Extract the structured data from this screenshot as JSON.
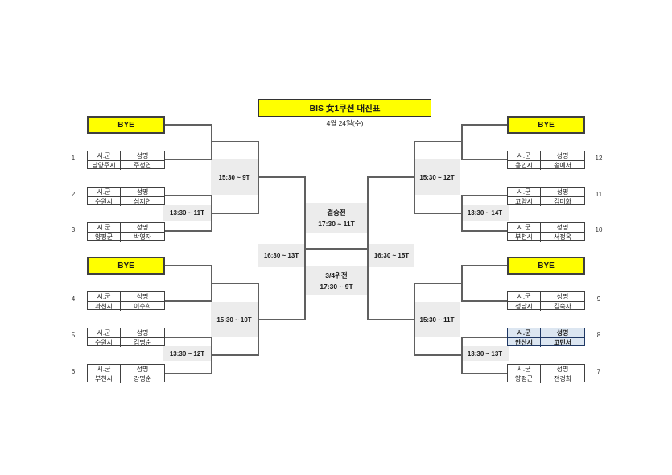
{
  "title": "BIS 女1쿠션 대진표",
  "date": "4월 24일(수)",
  "labels": {
    "bye": "BYE",
    "city_header": "시.군",
    "name_header": "성명",
    "final_title": "결승전",
    "final_time": "17:30 ~ 11T",
    "third_title": "3/4위전",
    "third_time": "17:30 ~ 9T"
  },
  "matches": {
    "left_qf_top": "15:30 ~ 9T",
    "left_r1_top": "13:30 ~ 11T",
    "left_qf_bottom": "15:30 ~ 10T",
    "left_r1_bottom": "13:30 ~ 12T",
    "left_sf": "16:30 ~ 13T",
    "right_sf": "16:30 ~ 15T",
    "right_qf_top": "15:30 ~ 12T",
    "right_r1_top": "13:30 ~ 14T",
    "right_qf_bottom": "15:30 ~ 11T",
    "right_r1_bottom": "13:30 ~ 13T"
  },
  "left_players": [
    {
      "no": "1",
      "city": "남양주시",
      "name": "주성연"
    },
    {
      "no": "2",
      "city": "수원시",
      "name": "심지현"
    },
    {
      "no": "3",
      "city": "양평군",
      "name": "박영자"
    },
    {
      "no": "4",
      "city": "과천시",
      "name": "이수희"
    },
    {
      "no": "5",
      "city": "수원시",
      "name": "김명순"
    },
    {
      "no": "6",
      "city": "부천시",
      "name": "강명순"
    }
  ],
  "right_players": [
    {
      "no": "12",
      "city": "용인시",
      "name": "송예서"
    },
    {
      "no": "11",
      "city": "고양시",
      "name": "김미화"
    },
    {
      "no": "10",
      "city": "부천시",
      "name": "서정옥"
    },
    {
      "no": "9",
      "city": "성남시",
      "name": "김숙자"
    },
    {
      "no": "8",
      "city": "안산시",
      "name": "고민서",
      "highlighted": "true"
    },
    {
      "no": "7",
      "city": "양평군",
      "name": "전경희"
    }
  ],
  "colors": {
    "bye_yellow": "#ffff00",
    "time_box_gray": "#ececec",
    "highlight_blue": "#dce6f1",
    "line_gray": "#606060"
  }
}
